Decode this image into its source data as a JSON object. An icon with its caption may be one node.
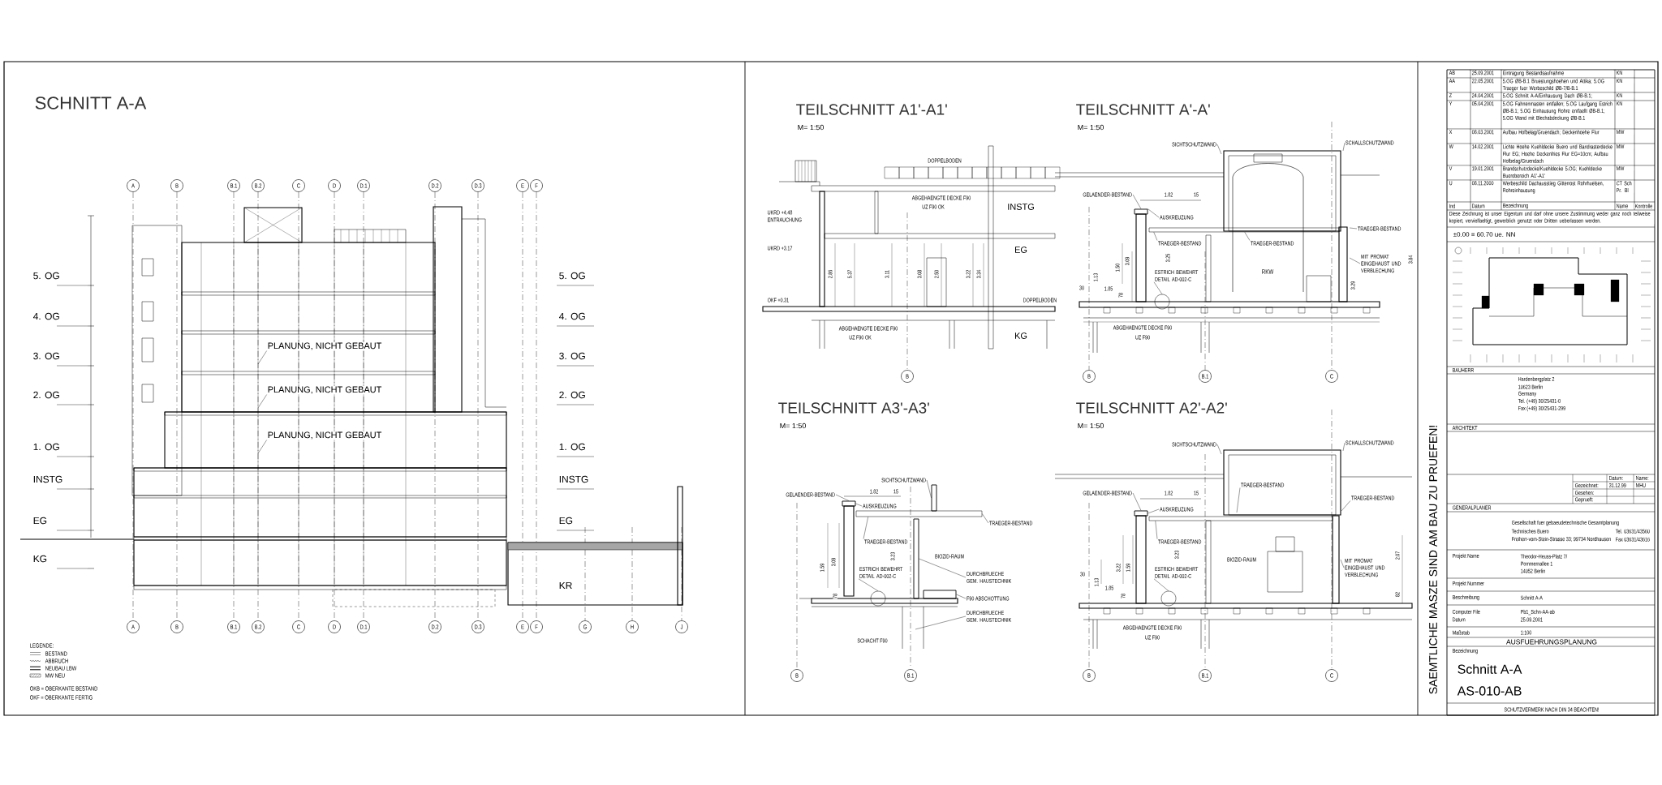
{
  "diagram": {
    "nodes": [
      {
        "text": [
          "SICHTSCHUTZWAND"
        ]
      },
      {
        "text": [
          "SCHALLSCHUTZWAND"
        ]
      },
      {
        "text": [
          "GELAENDER-BESTAND"
        ]
      },
      {
        "text": [
          "AUSKREUZUNG"
        ]
      },
      {
        "text": [
          "TRAEGER-BESTAND"
        ]
      },
      {
        "text": [
          "TRAEGER-BESTAND"
        ]
      },
      {
        "text": [
          "TRAEGER-BESTAND"
        ]
      },
      {
        "text": [
          "MIT PROMAT EINGEHAUST UND VERBLECHUNG"
        ]
      },
      {
        "text": [
          "ESTRICH BEWEHRT DETAIL AD-002-C"
        ]
      },
      {
        "text": [
          "SICHTSCHUTZWAND"
        ]
      },
      {
        "text": [
          "GELAENDER-BESTAND"
        ]
      },
      {
        "text": [
          "AUSKREUZUNG"
        ]
      },
      {
        "text": [
          "TRAEGER-BESTAND"
        ]
      },
      {
        "text": [
          "TRAEGER-BESTAND"
        ]
      },
      {
        "text": [
          "ESTRICH BEWEHRT DETAIL AD-002-C"
        ]
      },
      {
        "text": [
          "DURCHBRUECHE GEM. HAUSTECHNIK"
        ]
      },
      {
        "text": [
          "F90 ABSCHOTTUNG"
        ]
      },
      {
        "text": [
          "DURCHBRUECHE GEM. HAUSTECHNIK"
        ]
      },
      {
        "text": [
          "SICHTSCHUTZWAND"
        ]
      },
      {
        "text": [
          "SCHALLSCHUTZWAND"
        ]
      },
      {
        "text": [
          "TRAEGER-BESTAND"
        ]
      },
      {
        "text": [
          "TRAEGER-BESTAND"
        ]
      },
      {
        "text": [
          "GELAENDER-BESTAND"
        ]
      },
      {
        "text": [
          "AUSKREUZUNG"
        ]
      },
      {
        "text": [
          "TRAEGER-BESTAND"
        ]
      },
      {
        "text": [
          "MIT PROMAT EINGEHAUST UND VERBLECHUNG"
        ]
      },
      {
        "text": [
          "ESTRICH BEWEHRT DETAIL AD-002-C"
        ]
      },
      {
        "text": [
          "PLANUNG, NICHT GEBAUT"
        ]
      },
      {
        "text": [
          "PLANUNG, NICHT GEBAUT"
        ]
      },
      {
        "text": [
          "PLANUNG, NICHT GEBAUT"
        ]
      },
      {
        "text": [],
        "shape": "box"
      },
      {
        "text": [],
        "shape": "bar"
      },
      {
        "text": [],
        "shape": "circle"
      },
      {
        "text": [],
        "shape": "box"
      },
      {
        "text": [],
        "shape": "box"
      },
      {
        "text": [],
        "shape": "bar"
      },
      {
        "text": [],
        "shape": "box"
      },
      {
        "text": [],
        "shape": "circle"
      },
      {
        "text": [],
        "shape": "box"
      },
      {
        "text": [],
        "shape": "box"
      },
      {
        "text": [],
        "shape": "bar"
      },
      {
        "text": [],
        "shape": "circle"
      }
    ],
    "edges": [
      {
        "from": 0,
        "to": null,
        "arrow": "none"
      },
      {
        "from": 1,
        "to": null,
        "arrow": "none"
      },
      {
        "from": 2,
        "to": 30,
        "arrow": "none"
      },
      {
        "from": 3,
        "to": 30,
        "arrow": "none"
      },
      {
        "from": 4,
        "to": 31,
        "arrow": "none"
      },
      {
        "from": 5,
        "to": 31,
        "arrow": "none"
      },
      {
        "from": 6,
        "to": null,
        "arrow": "none"
      },
      {
        "from": 7,
        "to": null,
        "arrow": "none"
      },
      {
        "from": 8,
        "to": 32,
        "arrow": "none"
      },
      {
        "from": 9,
        "to": 34,
        "arrow": "none"
      },
      {
        "from": 10,
        "to": 33,
        "arrow": "none"
      },
      {
        "from": 11,
        "to": 33,
        "arrow": "none"
      },
      {
        "from": 12,
        "to": 35,
        "arrow": "none"
      },
      {
        "from": 13,
        "to": 35,
        "arrow": "none"
      },
      {
        "from": 14,
        "to": 37,
        "arrow": "none"
      },
      {
        "from": 15,
        "to": 36,
        "arrow": "none"
      },
      {
        "from": 16,
        "to": 38,
        "arrow": "none"
      },
      {
        "from": 17,
        "to": null,
        "arrow": "none"
      },
      {
        "from": 18,
        "to": null,
        "arrow": "none"
      },
      {
        "from": 19,
        "to": null,
        "arrow": "none"
      },
      {
        "from": 20,
        "to": null,
        "arrow": "none"
      },
      {
        "from": 21,
        "to": null,
        "arrow": "none"
      },
      {
        "from": 22,
        "to": 39,
        "arrow": "none"
      },
      {
        "from": 23,
        "to": 39,
        "arrow": "none"
      },
      {
        "from": 24,
        "to": 40,
        "arrow": "none"
      },
      {
        "from": 25,
        "to": null,
        "arrow": "none"
      },
      {
        "from": 26,
        "to": 41,
        "arrow": "none"
      },
      {
        "from": 27,
        "to": null,
        "arrow": "none"
      },
      {
        "from": 28,
        "to": null,
        "arrow": "none"
      },
      {
        "from": 29,
        "to": null,
        "arrow": "none"
      }
    ],
    "labels": [
      "SCHNITT A-A",
      "A",
      "B",
      "B.1",
      "B.2",
      "C",
      "D",
      "D.1",
      "D.2",
      "D.3",
      "E",
      "F",
      "A",
      "B",
      "B.1",
      "B.2",
      "C",
      "D",
      "D.1",
      "D.2",
      "D.3",
      "E",
      "F",
      "G",
      "H",
      "J",
      "5. OG",
      "4. OG",
      "3. OG",
      "2. OG",
      "1. OG",
      "INSTG",
      "EG",
      "KG",
      "5. OG",
      "4. OG",
      "3. OG",
      "2. OG",
      "1. OG",
      "INSTG",
      "EG",
      "KR",
      "LEGENDE:",
      "OKB = OBERKANTE BESTAND",
      "OKF = OBERKANTE FERTIG",
      "TEILSCHNITT A1'-A1'",
      "M= 1:50",
      "TEILSCHNITT A'-A'",
      "M= 1:50",
      "TEILSCHNITT A3'-A3'",
      "M= 1:50",
      "TEILSCHNITT A2'-A2'",
      "M= 1:50",
      "DOPPELBODEN",
      "ABGEHAENGTE DECKE F90",
      "UZ F90 OK",
      "INSTG",
      "UKRD +4.48",
      "ENTRAUCHUNG",
      "UKRD +3.17",
      "EG",
      "OKF +0.31",
      "DOPPELBODEN",
      "ABGEHAENGTE DECKE F90",
      "UZ F90 OK",
      "KG",
      "2.86",
      "5.37",
      "3.11",
      "3.08",
      "2.50",
      "3.22",
      "3.34",
      "B",
      "1.82",
      "15",
      "RKW",
      "3.29",
      "3.84",
      "1.50",
      "3.09",
      "3.25",
      "1.85",
      "78",
      "30",
      "1.13",
      "ABGEHAENGTE DECKE F90",
      "UZ F90",
      "B",
      "B.1",
      "C",
      "1.82",
      "15",
      "BIOZID-RAUM",
      "SCHACHT F90",
      "1.59",
      "3.09",
      "3.23",
      "78",
      "B",
      "B.1",
      "1.82",
      "15",
      "BIOZID-RAUM",
      "ABGEHAENGTE DECKE F90",
      "UZ F90",
      "3.22",
      "1.59",
      "3.23",
      "1.13",
      "1.85",
      "78",
      "30",
      "2.07",
      "82",
      "B",
      "B.1",
      "C",
      "SAEMTLICHE MASZE SIND AM BAU ZU PRUEFEN!",
      "AB",
      "25.09.2001",
      "Eintragung Bestandsaufnahme",
      "KN",
      "AA",
      "22.05.2001",
      "5.OG ØB-B.1 Bruestungshoehen und Attika; 5.OG Traeger fuer Werbeschild ØB-7/B-B.1",
      "KN",
      "Z",
      "24.04.2001",
      "5.OG Schnitt A-A/Einhausung Dach ØB-B.1;",
      "KN",
      "Y",
      "05.04.2001",
      "5.OG Fahnenmasten entfallen; 5.OG Laufgang Estrich ØB-B.1; 5.OG Einhausung Rohre entfaellt ØB-B.1; 5.OG Wand mit Blechabdeckung ØB-B.1",
      "KN",
      "X",
      "08.03.2001",
      "Aufbau Hofbelag/Gruendach; Deckenhoehe Flur",
      "MW",
      "W",
      "14.02.2001",
      "Lichte Hoehe Kuehldecke Buero und Bandrasterdecke Flur EG; Hoehe Deckenfries Flur EG=10cm; Aufbau Hofbelag/Gruendach",
      "MW",
      "V",
      "19.01.2001",
      "Brandschutzdecke/Kuehldecke 5.OG; Kuehldecke Buerobereich A1'-A1'",
      "MW",
      "U",
      "08.11.2000",
      "Werbeschild Dachausstieg Gitterrost Rohrhuelsen, Rohreinhausung",
      "CT Sch Pr. Bl",
      "Ind",
      "Datum",
      "Bezeichnung",
      "Name",
      "Kontrolle",
      "Diese Zeichnung ist unser Eigentum und darf ohne unsere Zustimmung weder ganz noch teilweise kopiert, vervielfaeltigt, gewerblich genutzt oder Dritten ueberlassen werden.",
      "±0.00 = 60.70 ue. NN",
      "BAUHERR",
      "Hardenbergplatz 2",
      "10623 Berlin",
      "Germany",
      "Tel. (+49) 30/25431-0",
      "Fax (+49) 30/25431-299",
      "ARCHITEKT",
      "Datum:",
      "Name:",
      "Gezeichnet:",
      "31.12.99",
      "MHU",
      "Gesehen:",
      "Geprueft:",
      "GENERALPLANER",
      "Gesellschaft fuer gebaeudetechnische Gesamtplanung",
      "Technisches Buero",
      "Tel. 03631/43560",
      "Freiherr-vom-Stein-Strasse 33; 99734 Nordhausen",
      "Fax 03631/43616",
      "Projekt Name",
      "Theodor-Heuss-Platz 7/",
      "Pommernallee 1",
      "14052 Berlin",
      "Projekt Nummer",
      "Beschreibung",
      "Schnitt A-A",
      "Computer File",
      "Pb1_Schn-AA-ab",
      "Datum",
      "25.09.2001",
      "Maßstab",
      "1:100",
      "AUSFUEHRUNGSPLANUNG",
      "Bezeichnung",
      "Schnitt A-A",
      "AS-010-AB",
      "SCHUTZVERMERK NACH DIN 34 BEACHTEN!"
    ],
    "legend": [
      {
        "text": "BESTAND"
      },
      {
        "text": "ABBRUCH"
      },
      {
        "text": "NEUBAU LBW"
      },
      {
        "text": "MW NEU"
      }
    ]
  }
}
